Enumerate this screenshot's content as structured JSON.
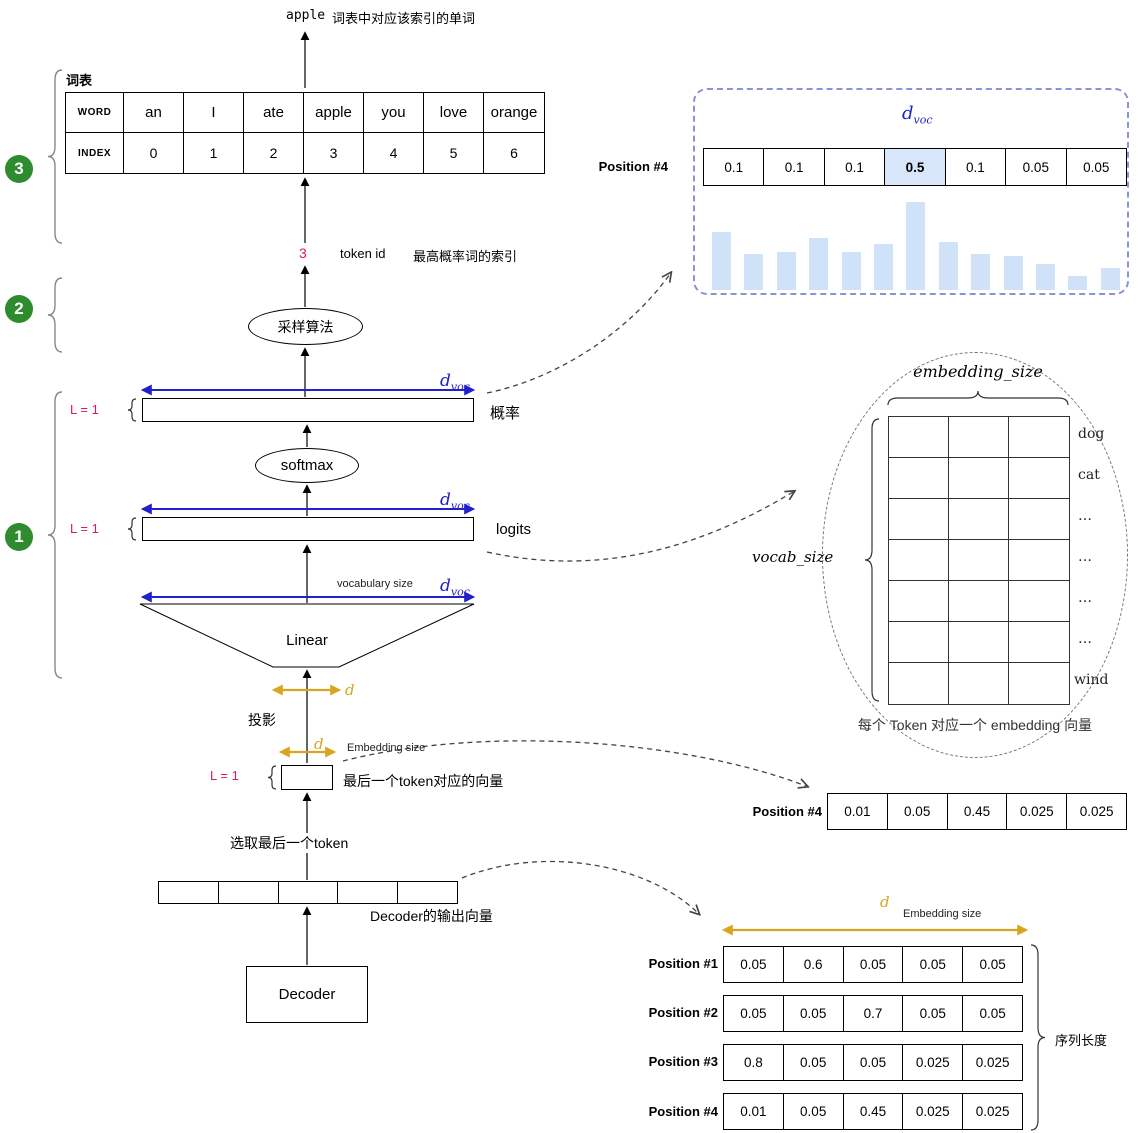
{
  "sym": {
    "d": "d",
    "voc": "voc"
  },
  "top": {
    "word": "apple",
    "note": "词表中对应该索引的单词"
  },
  "vocab": {
    "title": "词表",
    "word_header": "WORD",
    "index_header": "INDEX",
    "words": [
      "an",
      "I",
      "ate",
      "apple",
      "you",
      "love",
      "orange"
    ],
    "indices": [
      "0",
      "1",
      "2",
      "3",
      "4",
      "5",
      "6"
    ]
  },
  "token": {
    "value": "3",
    "label": "token id",
    "note": "最高概率词的索引"
  },
  "badges": [
    "3",
    "2",
    "1"
  ],
  "sampling": {
    "label": "采样算法"
  },
  "prob": {
    "name": "概率",
    "l": "L = 1"
  },
  "softmax": {
    "label": "softmax"
  },
  "logits": {
    "name": "logits",
    "l": "L = 1"
  },
  "linear": {
    "label": "Linear",
    "vocab_note": "vocabulary size"
  },
  "proj": {
    "label": "投影"
  },
  "embed": {
    "l": "L = 1",
    "note": "最后一个token对应的向量",
    "size_label": "Embedding size"
  },
  "select": {
    "label": "选取最后一个token"
  },
  "decoder_out": {
    "label": "Decoder的输出向量"
  },
  "decoder": {
    "label": "Decoder"
  },
  "right_top": {
    "position": "Position #4",
    "values": [
      "0.1",
      "0.1",
      "0.1",
      "0.5",
      "0.1",
      "0.05",
      "0.05"
    ],
    "highlight_index": 3,
    "bars": [
      58,
      36,
      38,
      52,
      38,
      46,
      88,
      48,
      36,
      34,
      26,
      14,
      22
    ]
  },
  "matrix": {
    "col_label": "embedding_size",
    "row_label": "vocab_size",
    "rows": [
      "dog",
      "cat",
      "…",
      "…",
      "…",
      "…",
      "wind"
    ],
    "caption": "每个 Token 对应一个 embedding 向量"
  },
  "mid_row": {
    "position": "Position #4",
    "values": [
      "0.01",
      "0.05",
      "0.45",
      "0.025",
      "0.025"
    ]
  },
  "bottom": {
    "d": "d",
    "size_label": "Embedding size",
    "seq_label": "序列长度",
    "rows": [
      {
        "label": "Position #1",
        "values": [
          "0.05",
          "0.6",
          "0.05",
          "0.05",
          "0.05"
        ]
      },
      {
        "label": "Position #2",
        "values": [
          "0.05",
          "0.05",
          "0.7",
          "0.05",
          "0.05"
        ]
      },
      {
        "label": "Position #3",
        "values": [
          "0.8",
          "0.05",
          "0.05",
          "0.025",
          "0.025"
        ]
      },
      {
        "label": "Position #4",
        "values": [
          "0.01",
          "0.05",
          "0.45",
          "0.025",
          "0.025"
        ]
      }
    ]
  }
}
